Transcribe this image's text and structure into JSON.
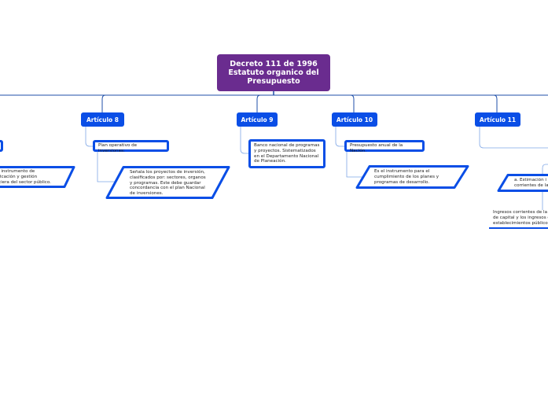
{
  "root": {
    "label": "Decreto 111 de 1996 Estatuto organico del Presupuesto"
  },
  "articles": [
    {
      "label": "Artículo 8"
    },
    {
      "label": "Artículo 9"
    },
    {
      "label": "Artículo 10"
    },
    {
      "label": "Artículo 11"
    }
  ],
  "notes": {
    "left_partial": "l instrumento de\nficación y gestión\nciera del sector público.",
    "art8_box": "Plan operativo de inversiones:",
    "art8_para": "Señala los proyectos de inversión, clasificados por: sectores, organos y programas. Este debe guardar concordancia con el plan Nacional de inversiones.",
    "art9_box": "Banco nacional de programas y proyectos. Sistematizados en el Departamento Nacional de Planeación.",
    "art10_box": "Presupuesto anual de la Nación.",
    "art10_para": "Es el instrumento para el cumplimiento de los planes y programas de desarrollo.",
    "art11_para": "a. Estimación i\ncorrientes de la",
    "art11_plain": "Ingresos corrientes de la\nde capital y los ingresos d\nestablecimientos públicos"
  },
  "colors": {
    "root": "#6a2c8f",
    "node": "#0a4ee6",
    "line": "#1f4fa8",
    "subline": "#7fa6e6"
  }
}
